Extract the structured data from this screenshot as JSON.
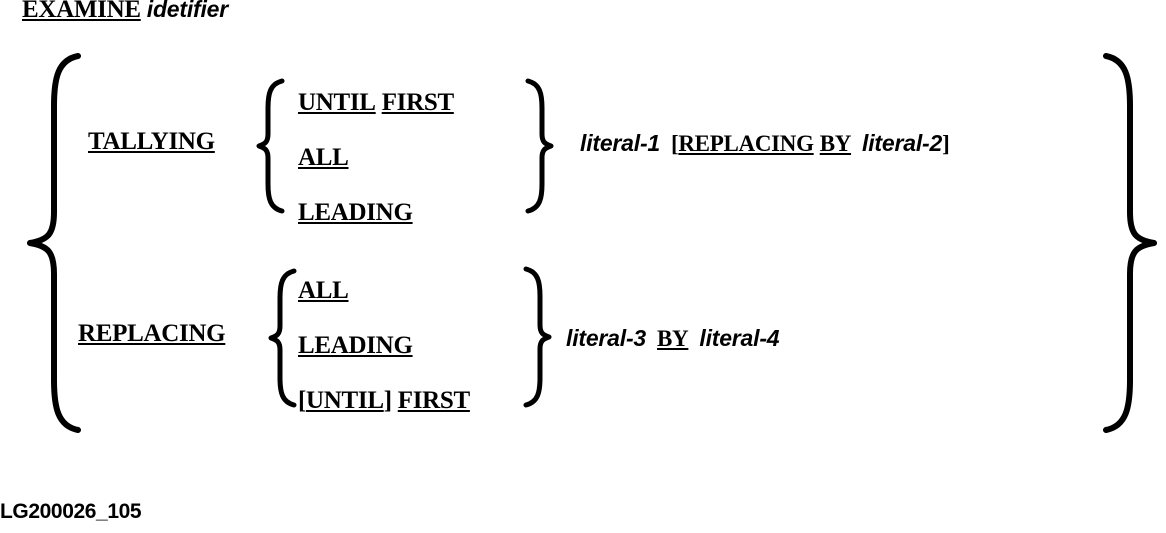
{
  "figure": {
    "caption": "LG200026_105",
    "ink_color": "#000000",
    "background_color": "#ffffff"
  },
  "header": {
    "keyword": "EXAMINE",
    "operand": "idetifier"
  },
  "outer_group": {
    "open_brace": "{",
    "close_brace": "}"
  },
  "branches": [
    {
      "id": "tallying",
      "keyword": "TALLYING",
      "open_brace": "{",
      "close_brace": "}",
      "options": [
        {
          "parts": [
            {
              "text": "UNTIL",
              "underline": true
            },
            {
              "text": "FIRST",
              "underline": true
            }
          ]
        },
        {
          "parts": [
            {
              "text": "ALL",
              "underline": true
            }
          ]
        },
        {
          "parts": [
            {
              "text": "LEADING",
              "underline": true
            }
          ]
        }
      ],
      "tail": {
        "literal": "literal-1",
        "open_bracket": "[",
        "kw_replacing": "REPLACING",
        "kw_by": "BY",
        "literal_2": "literal-2",
        "close_bracket": "]"
      }
    },
    {
      "id": "replacing",
      "keyword": "REPLACING",
      "open_brace": "{",
      "close_brace": "}",
      "options": [
        {
          "parts": [
            {
              "text": "ALL",
              "underline": true
            }
          ]
        },
        {
          "parts": [
            {
              "text": "LEADING",
              "underline": true
            }
          ]
        },
        {
          "parts": [
            {
              "text": "[",
              "underline": false
            },
            {
              "text": "UNTIL",
              "underline": true
            },
            {
              "text": "]",
              "underline": false
            },
            {
              "text": "FIRST",
              "underline": true
            }
          ]
        }
      ],
      "tail": {
        "literal_3": "literal-3",
        "kw_by": "BY",
        "literal_4": "literal-4"
      }
    }
  ]
}
